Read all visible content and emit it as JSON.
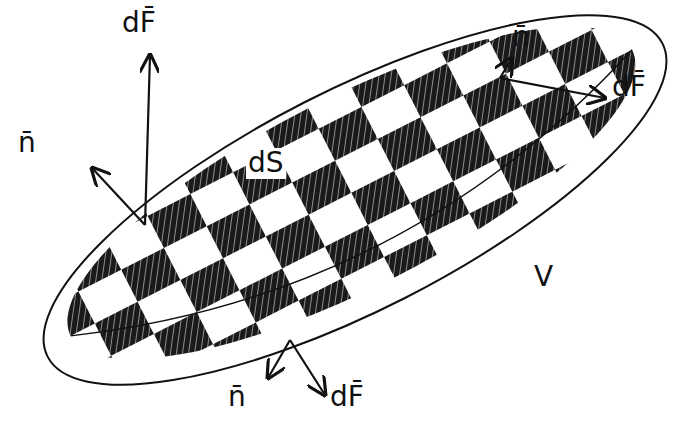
{
  "diagram": {
    "labels": [
      "dF̄",
      "n̄",
      "dF̄",
      "n̄",
      "dS",
      "V",
      "n̄",
      "dF̄"
    ]
  }
}
